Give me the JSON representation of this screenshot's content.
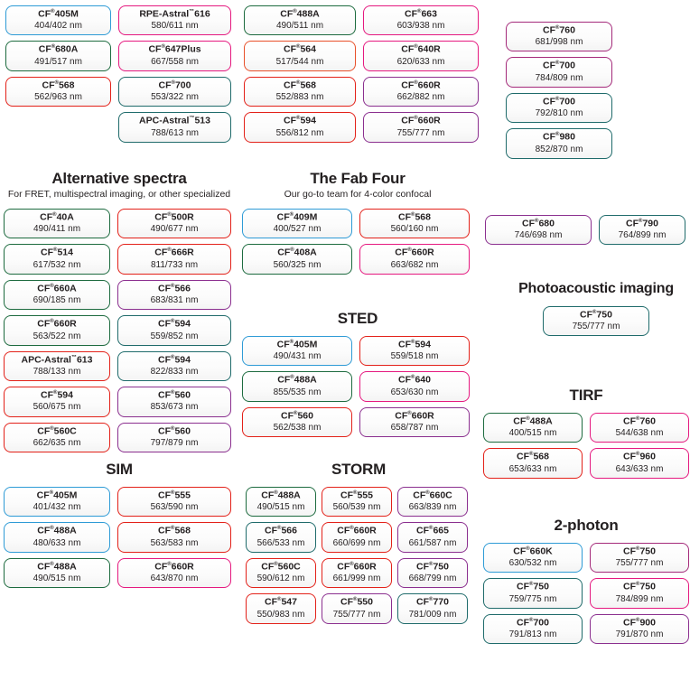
{
  "page": {
    "title": "CF Dye fluorophore selection chart",
    "colors": {
      "blue": "#2e9bd6",
      "green": "#1d6b3f",
      "red": "#e32119",
      "magenta": "#e5197f",
      "purple": "#8b2f8f",
      "teal": "#1f6b6b",
      "orange": "#e8502a",
      "plum": "#a42a7a",
      "text": "#231f20",
      "background": "#ffffff"
    },
    "units": "nm"
  },
  "sections": [
    {
      "id": "top-left",
      "title": "",
      "subtitle": "",
      "columns": [
        {
          "chips": [
            {
              "name": "CF",
              "sup": "®",
              "suffix": "405M",
              "spec": "404/402 nm",
              "color": "blue"
            },
            {
              "name": "CF",
              "sup": "®",
              "suffix": "680A",
              "spec": "491/517 nm",
              "color": "green"
            },
            {
              "name": "CF",
              "sup": "®",
              "suffix": "568",
              "spec": "562/963 nm",
              "color": "red"
            }
          ]
        },
        {
          "chips": [
            {
              "name": "RPE-Astral",
              "sup": "™",
              "suffix": "616",
              "spec": "580/611 nm",
              "color": "magenta"
            },
            {
              "name": "CF",
              "sup": "®",
              "suffix": "647Plus",
              "spec": "667/558 nm",
              "color": "magenta"
            },
            {
              "name": "CF",
              "sup": "®",
              "suffix": "700",
              "spec": "553/322 nm",
              "color": "teal"
            },
            {
              "name": "APC-Astral",
              "sup": "™",
              "suffix": "513",
              "spec": "788/613 nm",
              "color": "teal"
            }
          ]
        }
      ]
    },
    {
      "id": "top-middle",
      "title": "",
      "subtitle": "",
      "columns": [
        {
          "chips": [
            {
              "name": "CF",
              "sup": "®",
              "suffix": "488A",
              "spec": "490/511 nm",
              "color": "green"
            },
            {
              "name": "CF",
              "sup": "®",
              "suffix": "564",
              "spec": "517/544 nm",
              "color": "orange"
            },
            {
              "name": "CF",
              "sup": "®",
              "suffix": "568",
              "spec": "552/883 nm",
              "color": "red"
            },
            {
              "name": "CF",
              "sup": "®",
              "suffix": "594",
              "spec": "556/812 nm",
              "color": "red"
            }
          ]
        },
        {
          "chips": [
            {
              "name": "CF",
              "sup": "®",
              "suffix": "663",
              "spec": "603/938 nm",
              "color": "magenta"
            },
            {
              "name": "CF",
              "sup": "®",
              "suffix": "640R",
              "spec": "620/633 nm",
              "color": "magenta"
            },
            {
              "name": "CF",
              "sup": "®",
              "suffix": "660R",
              "spec": "662/882 nm",
              "color": "purple"
            },
            {
              "name": "CF",
              "sup": "®",
              "suffix": "660R",
              "spec": "755/777 nm",
              "color": "purple"
            }
          ]
        }
      ]
    },
    {
      "id": "top-right",
      "title": "",
      "subtitle": "",
      "columns": [
        {
          "chips": [
            {
              "name": "CF",
              "sup": "®",
              "suffix": "760",
              "spec": "681/998 nm",
              "color": "plum"
            },
            {
              "name": "CF",
              "sup": "®",
              "suffix": "700",
              "spec": "784/809 nm",
              "color": "plum"
            },
            {
              "name": "CF",
              "sup": "®",
              "suffix": "700",
              "spec": "792/810 nm",
              "color": "teal"
            },
            {
              "name": "CF",
              "sup": "®",
              "suffix": "980",
              "spec": "852/870 nm",
              "color": "teal"
            }
          ]
        }
      ]
    },
    {
      "id": "alternative-spectra",
      "title": "Alternative spectra",
      "subtitle": "For FRET, multispectral imaging, or other specialized",
      "columns": [
        {
          "chips": [
            {
              "name": "CF",
              "sup": "®",
              "suffix": "40A",
              "spec": "490/411 nm",
              "color": "green"
            },
            {
              "name": "CF",
              "sup": "®",
              "suffix": "514",
              "spec": "617/532 nm",
              "color": "green"
            },
            {
              "name": "CF",
              "sup": "®",
              "suffix": "660A",
              "spec": "690/185 nm",
              "color": "green"
            },
            {
              "name": "CF",
              "sup": "®",
              "suffix": "660R",
              "spec": "563/522 nm",
              "color": "green"
            },
            {
              "name": "APC-Astral",
              "sup": "™",
              "suffix": "613",
              "spec": "788/133 nm",
              "color": "red"
            },
            {
              "name": "CF",
              "sup": "®",
              "suffix": "594",
              "spec": "560/675 nm",
              "color": "red"
            },
            {
              "name": "CF",
              "sup": "®",
              "suffix": "560C",
              "spec": "662/635 nm",
              "color": "red"
            }
          ]
        },
        {
          "chips": [
            {
              "name": "CF",
              "sup": "®",
              "suffix": "500R",
              "spec": "490/677 nm",
              "color": "red"
            },
            {
              "name": "CF",
              "sup": "®",
              "suffix": "666R",
              "spec": "811/733 nm",
              "color": "red"
            },
            {
              "name": "CF",
              "sup": "®",
              "suffix": "566",
              "spec": "683/831 nm",
              "color": "purple"
            },
            {
              "name": "CF",
              "sup": "®",
              "suffix": "594",
              "spec": "559/852 nm",
              "color": "teal"
            },
            {
              "name": "CF",
              "sup": "®",
              "suffix": "594",
              "spec": "822/833 nm",
              "color": "teal"
            },
            {
              "name": "CF",
              "sup": "®",
              "suffix": "560",
              "spec": "853/673 nm",
              "color": "purple"
            },
            {
              "name": "CF",
              "sup": "®",
              "suffix": "560",
              "spec": "797/879 nm",
              "color": "purple"
            }
          ]
        }
      ]
    },
    {
      "id": "fab-four",
      "title": "The Fab Four",
      "subtitle": "Our go-to team for 4-color confocal",
      "columns": [
        {
          "chips": [
            {
              "name": "CF",
              "sup": "®",
              "suffix": "409M",
              "spec": "400/527 nm",
              "color": "blue"
            },
            {
              "name": "CF",
              "sup": "®",
              "suffix": "408A",
              "spec": "560/325 nm",
              "color": "green"
            }
          ]
        },
        {
          "chips": [
            {
              "name": "CF",
              "sup": "®",
              "suffix": "568",
              "spec": "560/160 nm",
              "color": "red"
            },
            {
              "name": "CF",
              "sup": "®",
              "suffix": "660R",
              "spec": "663/682 nm",
              "color": "magenta"
            }
          ]
        }
      ]
    },
    {
      "id": "sted",
      "title": "STED",
      "subtitle": "",
      "columns": [
        {
          "chips": [
            {
              "name": "CF",
              "sup": "®",
              "suffix": "405M",
              "spec": "490/431 nm",
              "color": "blue"
            },
            {
              "name": "CF",
              "sup": "®",
              "suffix": "488A",
              "spec": "855/535 nm",
              "color": "green"
            },
            {
              "name": "CF",
              "sup": "®",
              "suffix": "560",
              "spec": "562/538 nm",
              "color": "red"
            }
          ]
        },
        {
          "chips": [
            {
              "name": "CF",
              "sup": "®",
              "suffix": "594",
              "spec": "559/518 nm",
              "color": "red"
            },
            {
              "name": "CF",
              "sup": "®",
              "suffix": "640",
              "spec": "653/630 nm",
              "color": "magenta"
            },
            {
              "name": "CF",
              "sup": "®",
              "suffix": "660R",
              "spec": "658/787 nm",
              "color": "purple"
            }
          ]
        }
      ]
    },
    {
      "id": "mid-right-pair",
      "title": "",
      "subtitle": "",
      "columns": [
        {
          "chips": [
            {
              "name": "CF",
              "sup": "®",
              "suffix": "680",
              "spec": "746/698 nm",
              "color": "purple"
            }
          ]
        },
        {
          "chips": [
            {
              "name": "CF",
              "sup": "®",
              "suffix": "790",
              "spec": "764/899 nm",
              "color": "teal"
            }
          ]
        }
      ]
    },
    {
      "id": "photoacoustic",
      "title": "Photoacoustic imaging",
      "subtitle": "",
      "columns": [
        {
          "chips": [
            {
              "name": "CF",
              "sup": "®",
              "suffix": "750",
              "spec": "755/777 nm",
              "color": "teal"
            }
          ]
        }
      ]
    },
    {
      "id": "tirf",
      "title": "TIRF",
      "subtitle": "",
      "columns": [
        {
          "chips": [
            {
              "name": "CF",
              "sup": "®",
              "suffix": "488A",
              "spec": "400/515 nm",
              "color": "green"
            },
            {
              "name": "CF",
              "sup": "®",
              "suffix": "568",
              "spec": "653/633 nm",
              "color": "red"
            }
          ]
        },
        {
          "chips": [
            {
              "name": "CF",
              "sup": "®",
              "suffix": "760",
              "spec": "544/638 nm",
              "color": "magenta"
            },
            {
              "name": "CF",
              "sup": "®",
              "suffix": "960",
              "spec": "643/633 nm",
              "color": "magenta"
            }
          ]
        }
      ]
    },
    {
      "id": "sim",
      "title": "SIM",
      "subtitle": "",
      "columns": [
        {
          "chips": [
            {
              "name": "CF",
              "sup": "®",
              "suffix": "405M",
              "spec": "401/432 nm",
              "color": "blue"
            },
            {
              "name": "CF",
              "sup": "®",
              "suffix": "488A",
              "spec": "480/633 nm",
              "color": "blue"
            },
            {
              "name": "CF",
              "sup": "®",
              "suffix": "488A",
              "spec": "490/515 nm",
              "color": "green"
            }
          ]
        },
        {
          "chips": [
            {
              "name": "CF",
              "sup": "®",
              "suffix": "555",
              "spec": "563/590 nm",
              "color": "red"
            },
            {
              "name": "CF",
              "sup": "®",
              "suffix": "568",
              "spec": "563/583 nm",
              "color": "red"
            },
            {
              "name": "CF",
              "sup": "®",
              "suffix": "660R",
              "spec": "643/870 nm",
              "color": "magenta"
            }
          ]
        }
      ]
    },
    {
      "id": "storm",
      "title": "STORM",
      "subtitle": "",
      "columns": [
        {
          "chips": [
            {
              "name": "CF",
              "sup": "®",
              "suffix": "488A",
              "spec": "490/515 nm",
              "color": "green"
            },
            {
              "name": "CF",
              "sup": "®",
              "suffix": "566",
              "spec": "566/533 nm",
              "color": "teal"
            },
            {
              "name": "CF",
              "sup": "®",
              "suffix": "560C",
              "spec": "590/612 nm",
              "color": "red"
            },
            {
              "name": "CF",
              "sup": "®",
              "suffix": "547",
              "spec": "550/983 nm",
              "color": "red"
            }
          ]
        },
        {
          "chips": [
            {
              "name": "CF",
              "sup": "®",
              "suffix": "555",
              "spec": "560/539 nm",
              "color": "red"
            },
            {
              "name": "CF",
              "sup": "®",
              "suffix": "660R",
              "spec": "660/699 nm",
              "color": "red"
            },
            {
              "name": "CF",
              "sup": "®",
              "suffix": "660R",
              "spec": "661/999 nm",
              "color": "red"
            },
            {
              "name": "CF",
              "sup": "®",
              "suffix": "550",
              "spec": "755/777 nm",
              "color": "purple"
            }
          ]
        },
        {
          "chips": [
            {
              "name": "CF",
              "sup": "®",
              "suffix": "660C",
              "spec": "663/839 nm",
              "color": "purple"
            },
            {
              "name": "CF",
              "sup": "®",
              "suffix": "665",
              "spec": "661/587 nm",
              "color": "purple"
            },
            {
              "name": "CF",
              "sup": "®",
              "suffix": "750",
              "spec": "668/799 nm",
              "color": "purple"
            },
            {
              "name": "CF",
              "sup": "®",
              "suffix": "770",
              "spec": "781/009 nm",
              "color": "teal"
            }
          ]
        }
      ]
    },
    {
      "id": "two-photon",
      "title": "2-photon",
      "subtitle": "",
      "columns": [
        {
          "chips": [
            {
              "name": "CF",
              "sup": "®",
              "suffix": "660K",
              "spec": "630/532 nm",
              "color": "blue"
            },
            {
              "name": "CF",
              "sup": "®",
              "suffix": "750",
              "spec": "759/775 nm",
              "color": "teal"
            },
            {
              "name": "CF",
              "sup": "®",
              "suffix": "700",
              "spec": "791/813 nm",
              "color": "teal"
            }
          ]
        },
        {
          "chips": [
            {
              "name": "CF",
              "sup": "®",
              "suffix": "750",
              "spec": "755/777 nm",
              "color": "plum"
            },
            {
              "name": "CF",
              "sup": "®",
              "suffix": "750",
              "spec": "784/899 nm",
              "color": "magenta"
            },
            {
              "name": "CF",
              "sup": "®",
              "suffix": "900",
              "spec": "791/870 nm",
              "color": "purple"
            }
          ]
        }
      ]
    }
  ]
}
